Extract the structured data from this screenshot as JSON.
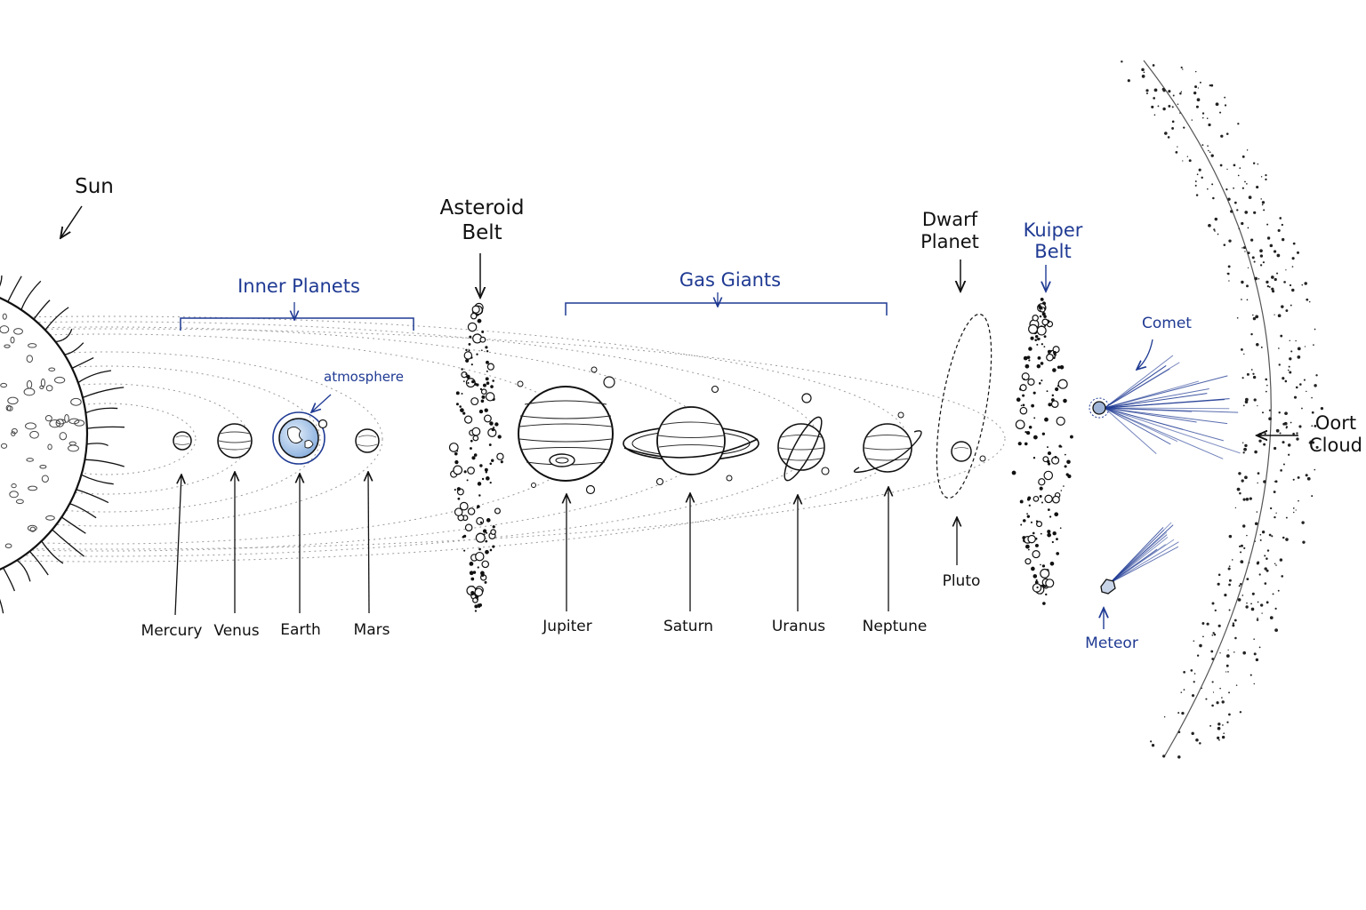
{
  "labels": {
    "sun": "Sun",
    "inner_planets": "Inner Planets",
    "atmosphere": "atmosphere",
    "asteroid_belt_1": "Asteroid",
    "asteroid_belt_2": "Belt",
    "gas_giants": "Gas Giants",
    "dwarf_planet_1": "Dwarf",
    "dwarf_planet_2": "Planet",
    "kuiper_belt_1": "Kuiper",
    "kuiper_belt_2": "Belt",
    "comet": "Comet",
    "meteor": "Meteor",
    "oort_cloud_1": "Oort",
    "oort_cloud_2": "Cloud",
    "pluto": "Pluto"
  },
  "planets": [
    "Mercury",
    "Venus",
    "Earth",
    "Mars",
    "Jupiter",
    "Saturn",
    "Uranus",
    "Neptune"
  ],
  "colors": {
    "ink": "#111111",
    "accent_blue": "#1f3a93",
    "earth_fill": "#bcd3ee"
  }
}
